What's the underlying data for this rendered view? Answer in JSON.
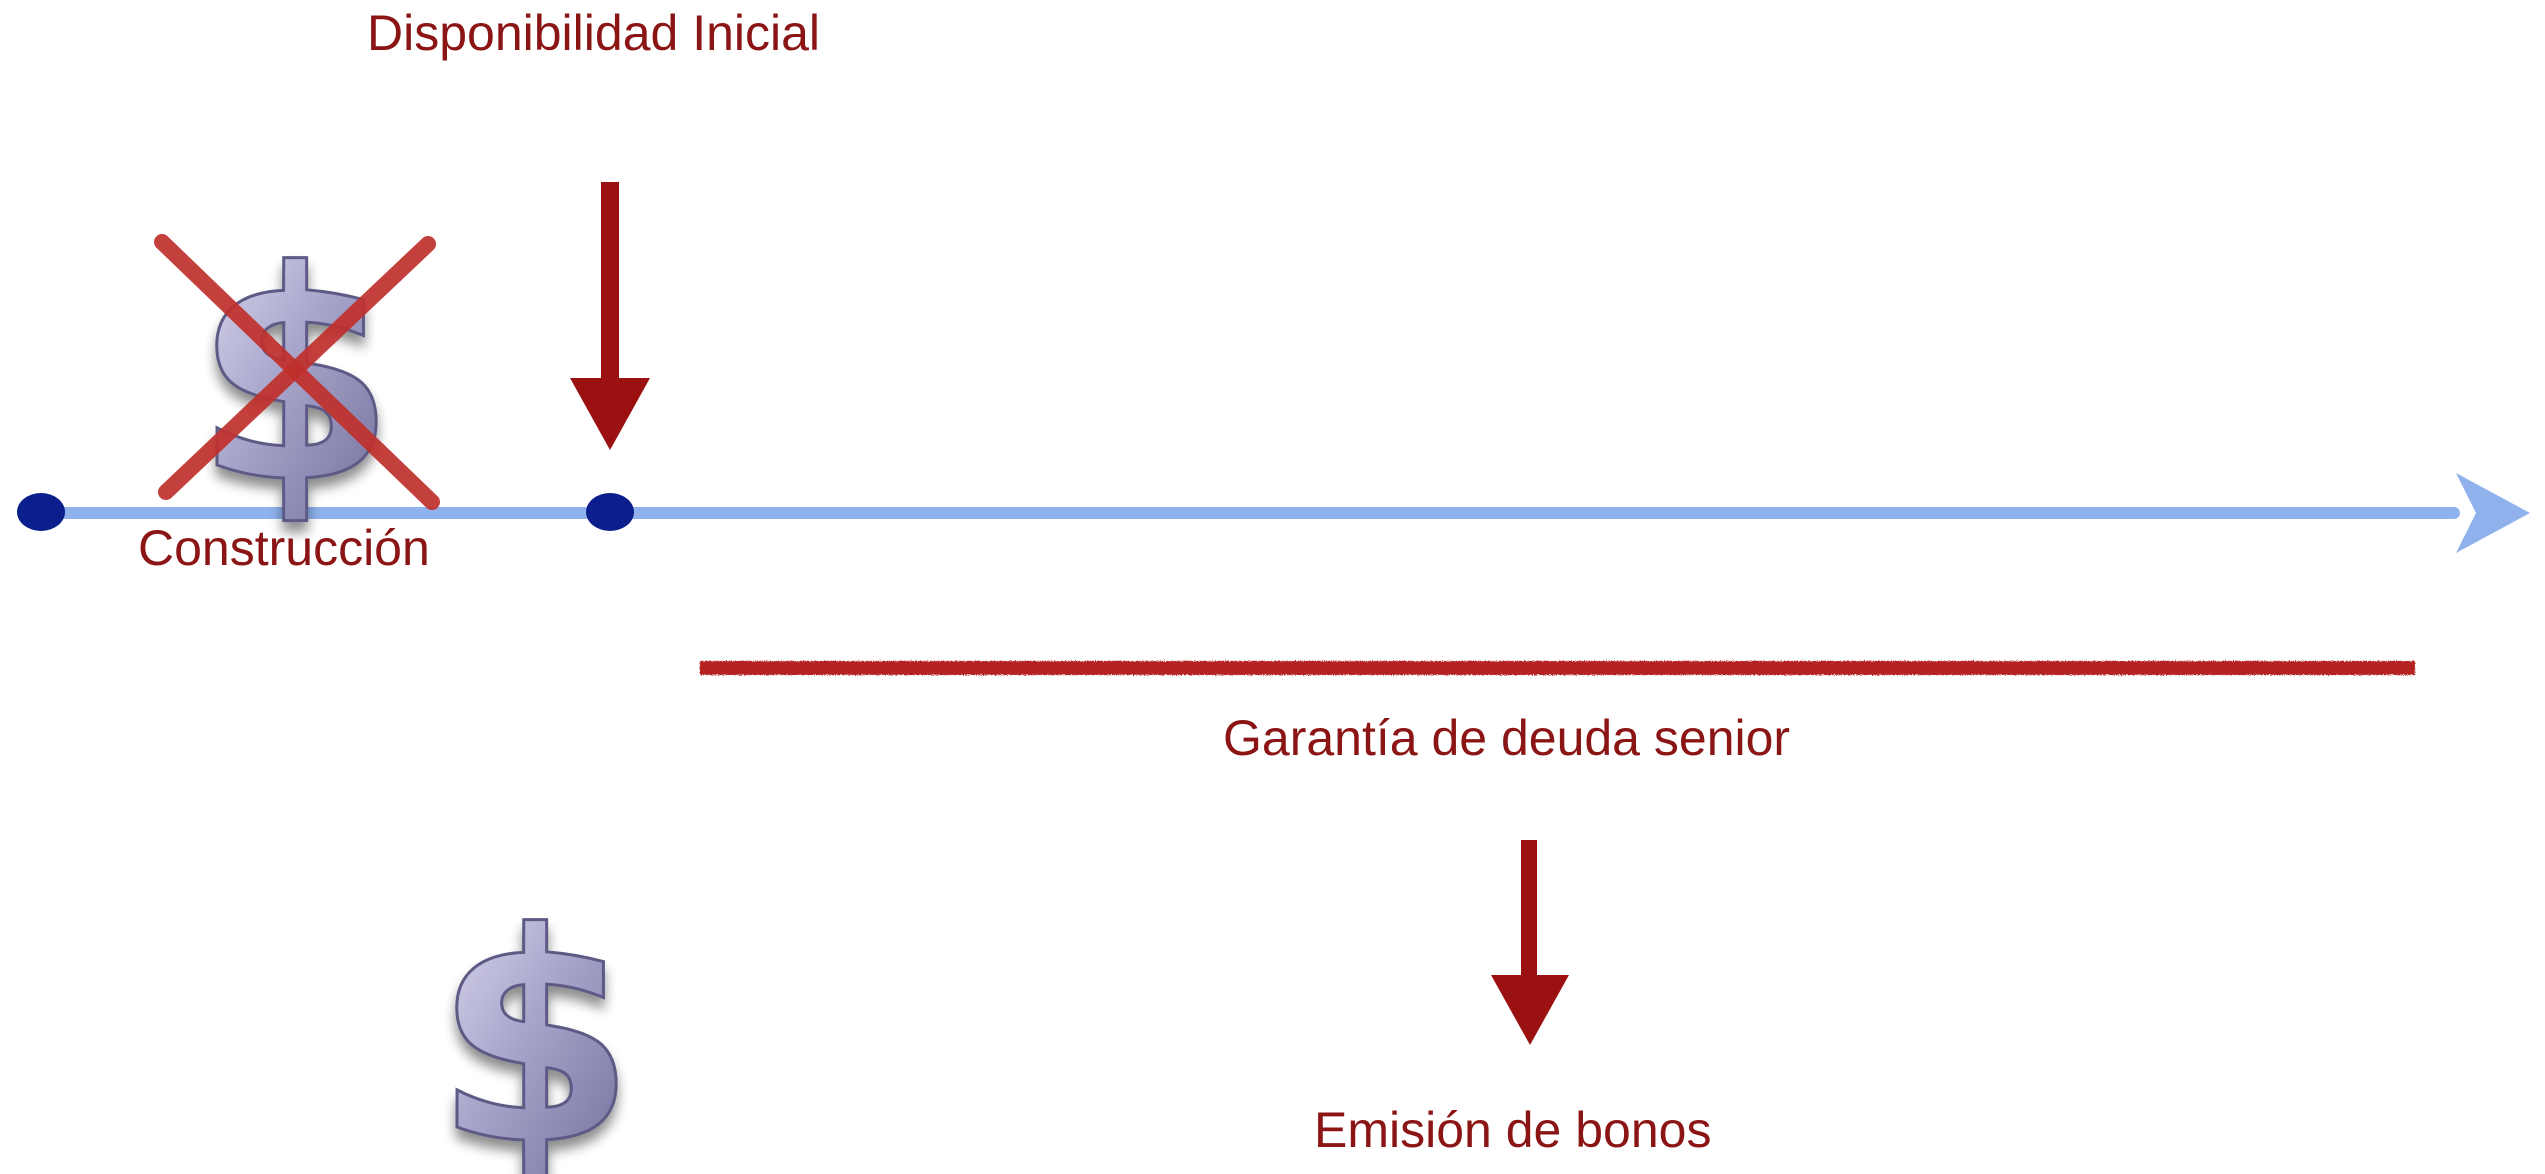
{
  "labels": {
    "initial_availability": "Disponibilidad Inicial",
    "construction": "Construcción",
    "senior_debt_guarantee": "Garantía de deuda senior",
    "bond_issuance": "Emisión de bonos"
  },
  "icons": {
    "crossed_dollar": "dollar-sign-crossed-icon",
    "dollar": "dollar-sign-icon"
  },
  "colors": {
    "text": "#8b1414",
    "arrow_down": "#9b1010",
    "timeline": "#8fb1ec",
    "timeline_point": "#0a1f8c",
    "cross": "#c0302c",
    "guarantee_bar": "#b52222",
    "dollar_fill": "#a6a3c6"
  }
}
